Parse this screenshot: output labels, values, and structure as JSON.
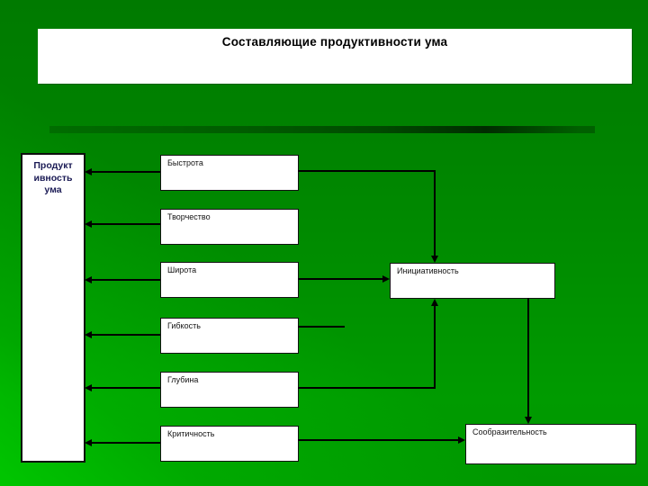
{
  "slide": {
    "title": "Составляющие продуктивности ума",
    "colors": {
      "background_top": "#007a00",
      "background_bottom_left": "#00c400",
      "shadow_band": "#003000",
      "box_background": "#ffffff",
      "box_border": "#121212",
      "connector": "#000000",
      "title_text": "#000000",
      "root_label_text": "#1b1b55",
      "node_label_text": "#141414"
    }
  },
  "diagram": {
    "root": {
      "label": "Продукт ивность ума"
    },
    "components": [
      {
        "label": "Быстрота"
      },
      {
        "label": "Творчество"
      },
      {
        "label": "Широта"
      },
      {
        "label": "Гибкость"
      },
      {
        "label": "Глубина"
      },
      {
        "label": "Критичность"
      }
    ],
    "derived": [
      {
        "label": "Инициативность"
      },
      {
        "label": "Сообразительность"
      }
    ]
  }
}
